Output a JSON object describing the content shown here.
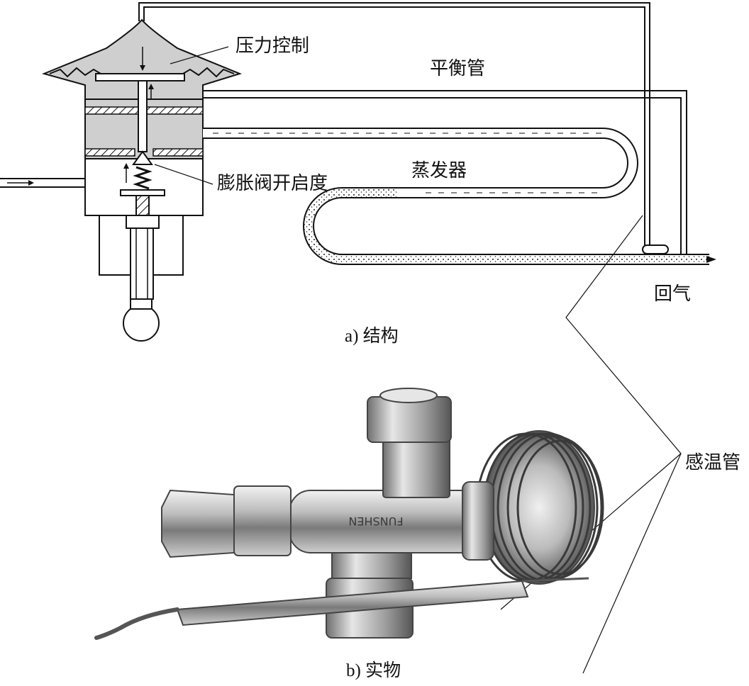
{
  "labels": {
    "pressure_control": "压力控制",
    "balance_tube": "平衡管",
    "evaporator": "蒸发器",
    "valve_opening": "膨胀阀开启度",
    "return_gas": "回气",
    "sensing_tube": "感温管"
  },
  "captions": {
    "a": "a) 结构",
    "b": "b) 实物"
  },
  "photo_text": {
    "brand": "FUNSHEN"
  },
  "colors": {
    "chamber_fill": "#cfcfcf",
    "line": "#111111",
    "metal_light": "#d8d8d8",
    "metal_dark": "#5a5a5a"
  }
}
